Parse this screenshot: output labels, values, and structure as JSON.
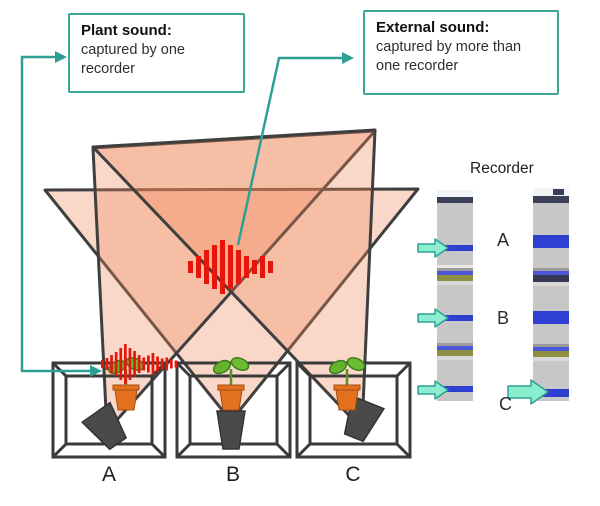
{
  "annotations": {
    "plant_sound": {
      "title": "Plant sound:",
      "body": "captured by one recorder"
    },
    "external_sound": {
      "title": "External sound:",
      "body": "captured by more than one recorder"
    }
  },
  "chambers": {
    "labels": [
      "A",
      "B",
      "C"
    ]
  },
  "recorder_panel": {
    "title": "Recorder",
    "row_labels": [
      "A",
      "B",
      "C"
    ]
  },
  "waveforms": {
    "external": {
      "color": "#e8150a",
      "bar_heights": [
        12,
        22,
        34,
        44,
        54,
        44,
        34,
        22,
        14,
        22,
        12
      ]
    },
    "plant": {
      "color": "#e8150a",
      "bar_heights": [
        8,
        12,
        18,
        24,
        32,
        40,
        32,
        26,
        18,
        13,
        17,
        22,
        15,
        11,
        13,
        9,
        7
      ]
    }
  },
  "spectrograms": {
    "left_bands": [
      [
        7,
        "#f2f4fa"
      ],
      [
        6,
        "#3a4157"
      ],
      [
        42,
        "#c7c7c7"
      ],
      [
        6,
        "#2f3fd2"
      ],
      [
        14,
        "#c7c7c7"
      ],
      [
        3,
        "#e9e9e9"
      ],
      [
        3,
        "#9b9b9b"
      ],
      [
        4,
        "#4c57da"
      ],
      [
        6,
        "#8e8f45"
      ],
      [
        4,
        "#d9d9d9"
      ],
      [
        30,
        "#c7c7c7"
      ],
      [
        6,
        "#2f3fd2"
      ],
      [
        22,
        "#c7c7c7"
      ],
      [
        3,
        "#9b9b9b"
      ],
      [
        4,
        "#4c57da"
      ],
      [
        6,
        "#8e8f45"
      ],
      [
        4,
        "#d9d9d9"
      ],
      [
        26,
        "#c7c7c7"
      ],
      [
        6,
        "#2f3fd2"
      ],
      [
        9,
        "#c7c7c7"
      ]
    ],
    "right_bands": [
      [
        8,
        "#f2f4fa"
      ],
      [
        7,
        "#3a4157"
      ],
      [
        32,
        "#c7c7c7"
      ],
      [
        13,
        "#2f3fd2"
      ],
      [
        20,
        "#c7c7c7"
      ],
      [
        3,
        "#9b9b9b"
      ],
      [
        4,
        "#4c57da"
      ],
      [
        7,
        "#333a52"
      ],
      [
        4,
        "#d9d9d9"
      ],
      [
        25,
        "#c7c7c7"
      ],
      [
        13,
        "#2f3fd2"
      ],
      [
        20,
        "#c7c7c7"
      ],
      [
        3,
        "#9b9b9b"
      ],
      [
        4,
        "#4c57da"
      ],
      [
        6,
        "#8e8f45"
      ],
      [
        4,
        "#d9d9d9"
      ],
      [
        28,
        "#c7c7c7"
      ],
      [
        8,
        "#2f3fd2"
      ],
      [
        4,
        "#c7c7c7"
      ]
    ]
  },
  "colors": {
    "accent_teal": "#2ea093",
    "cone_fill": "#f1885a",
    "cone_outline": "#3f3f3f",
    "indicator_arrow_fill": "#8beed1",
    "indicator_arrow_outline": "#2ea093",
    "waveform_red": "#e8150a"
  }
}
